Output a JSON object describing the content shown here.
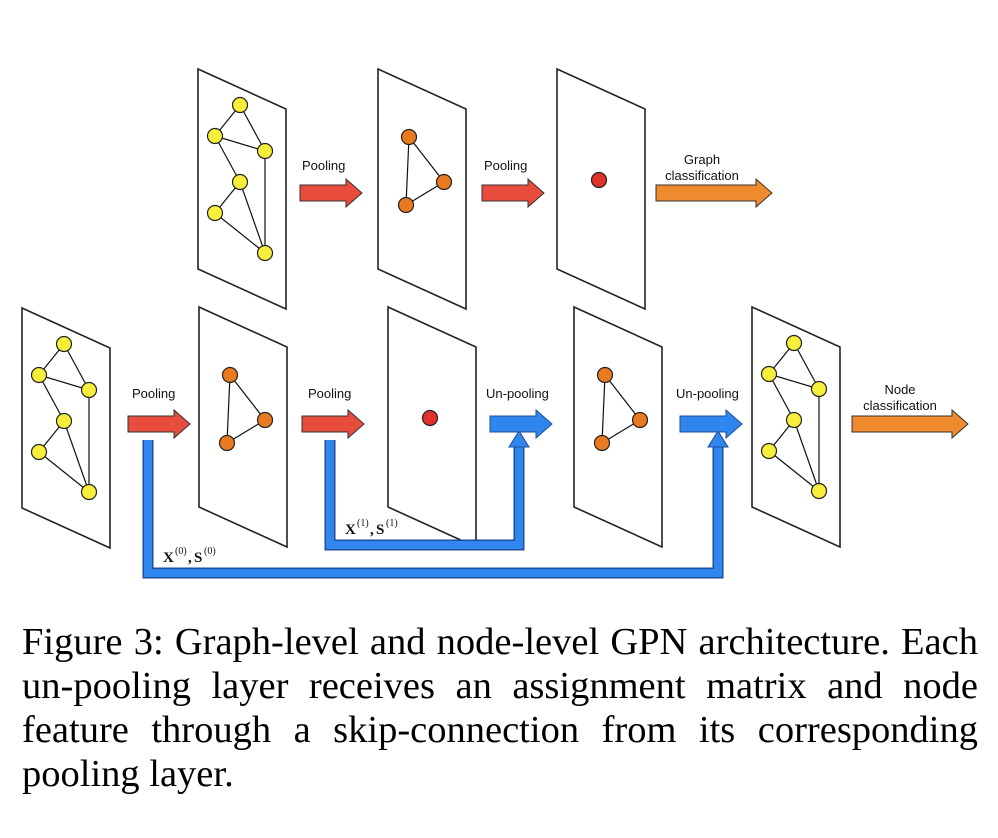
{
  "labels": {
    "pooling": "Pooling",
    "unpooling": "Un-pooling",
    "graph_class_line1": "Graph",
    "graph_class_line2": "classification",
    "node_class_line1": "Node",
    "node_class_line2": "classification"
  },
  "skips": {
    "x": "X",
    "s": "S",
    "sup0": "(0)",
    "sup1": "(1)"
  },
  "caption": {
    "text": "Figure 3: Graph-level and node-level GPN architecture. Each un-pooling layer receives an assignment matrix and node feature through a skip-connection from its corresponding pooling layer."
  },
  "colors": {
    "node_yellow": "#f7ef3c",
    "node_orange": "#ea7a1f",
    "node_red": "#e2312a",
    "arrow_pool": "#e74c3c",
    "arrow_unpool": "#2f86ee",
    "arrow_class": "#f08a2e",
    "skip": "#2f86ee"
  }
}
